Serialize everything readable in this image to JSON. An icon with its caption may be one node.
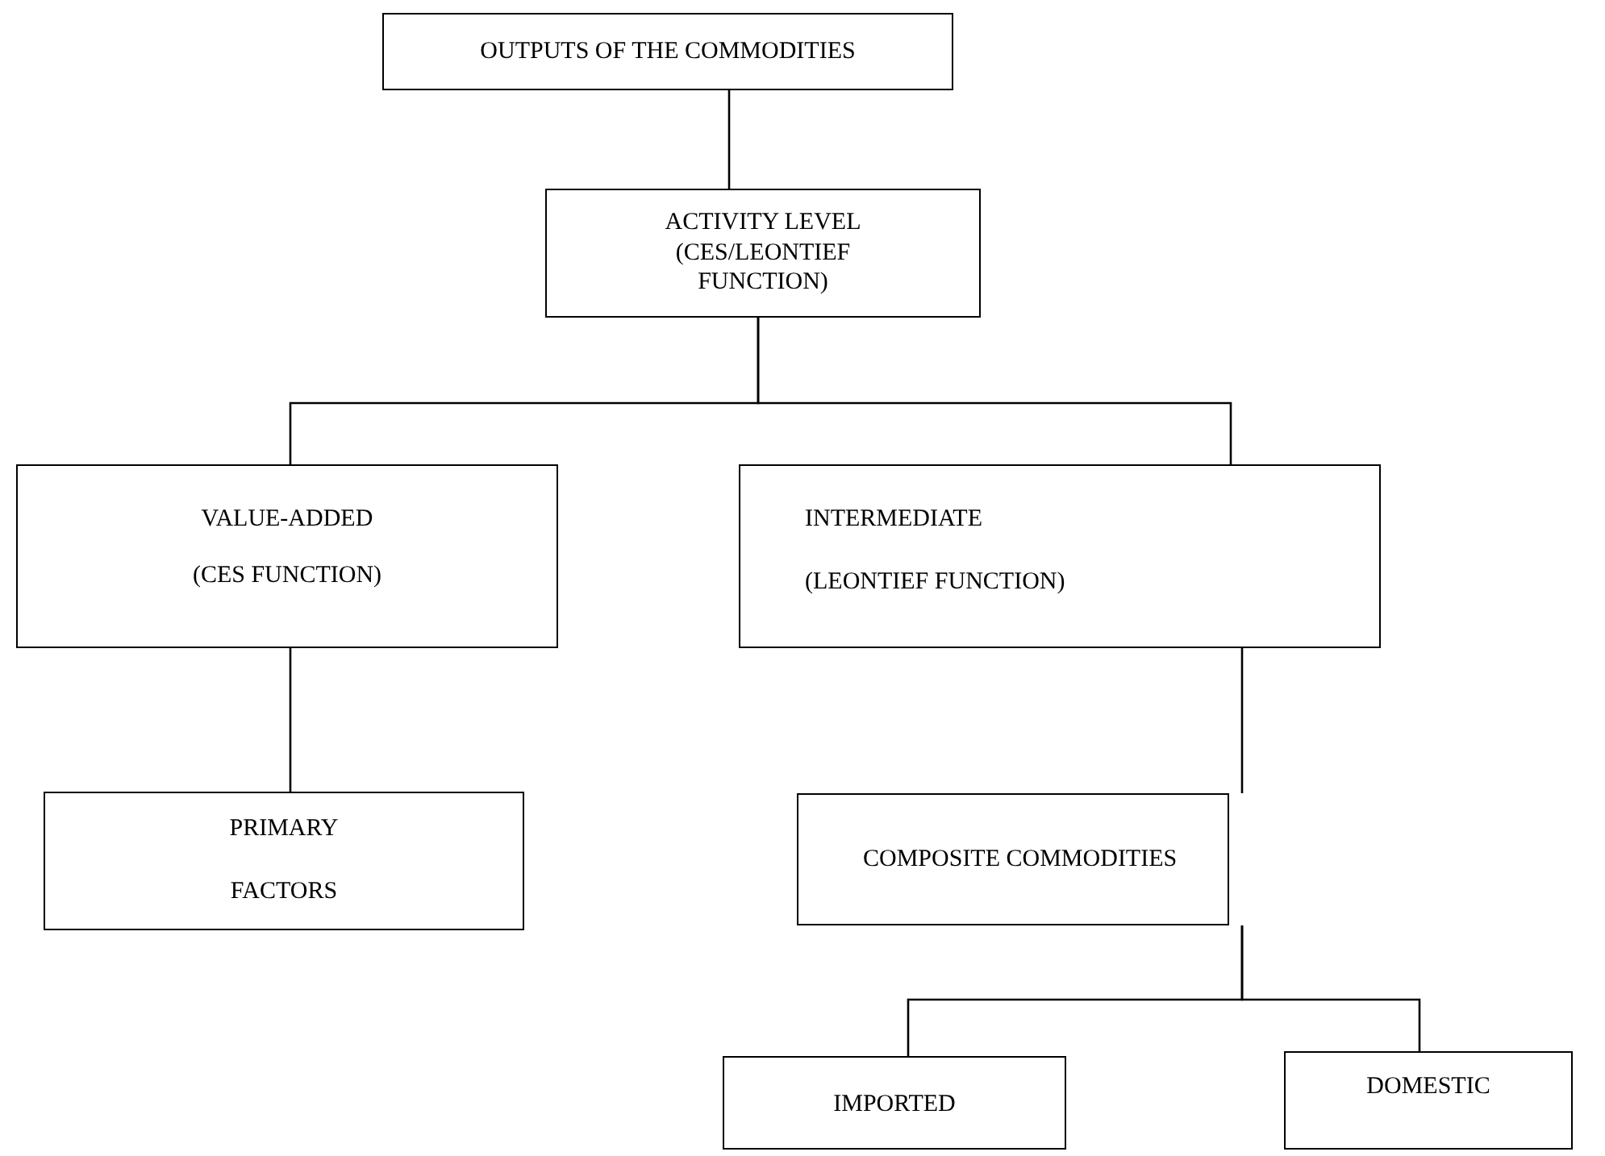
{
  "diagram": {
    "nodes": [
      {
        "text": [
          "OUTPUTS OF THE COMMODITIES"
        ]
      },
      {
        "text": [
          "ACTIVITY LEVEL (CES/LEONTIEF FUNCTION)"
        ]
      },
      {
        "text": [
          "VALUE-ADDED",
          "(CES FUNCTION)"
        ]
      },
      {
        "text": [
          "INTERMEDIATE",
          "(LEONTIEF FUNCTION)"
        ]
      },
      {
        "text": [
          "PRIMARY",
          "FACTORS"
        ]
      },
      {
        "text": [
          "COMPOSITE COMMODITIES"
        ]
      },
      {
        "text": [
          "IMPORTED"
        ]
      },
      {
        "text": [
          "DOMESTIC"
        ]
      }
    ],
    "edges": [
      {
        "from": 0,
        "to": 1,
        "arrow": "none"
      },
      {
        "from": 1,
        "to": 2,
        "arrow": "none"
      },
      {
        "from": 1,
        "to": 3,
        "arrow": "none"
      },
      {
        "from": 2,
        "to": 4,
        "arrow": "none"
      },
      {
        "from": 3,
        "to": 5,
        "arrow": "none"
      },
      {
        "from": 5,
        "to": 6,
        "arrow": "none"
      },
      {
        "from": 5,
        "to": 7,
        "arrow": "none"
      }
    ]
  }
}
